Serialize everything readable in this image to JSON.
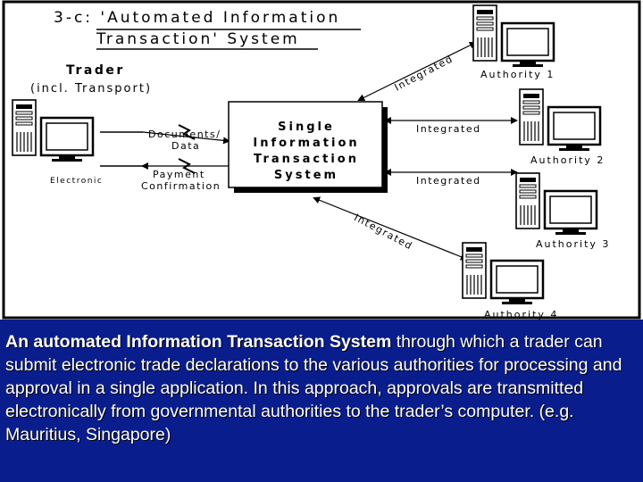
{
  "diagram": {
    "title_line1": "3-c: 'Automated Information",
    "title_line2": "Transaction' System",
    "trader_label": "Trader",
    "trader_sublabel": "(incl. Transport)",
    "electronic_label": "Electronic",
    "documents_label": "Documents/",
    "data_label": "Data",
    "payment_label": "Payment",
    "confirmation_label": "Confirmation",
    "central_box": {
      "line1": "Single",
      "line2": "Information",
      "line3": "Transaction",
      "line4": "System"
    },
    "links": [
      "Integrated",
      "Integrated",
      "Integrated",
      "Integrated"
    ],
    "authorities": [
      "Authority 1",
      "Authority 2",
      "Authority 3",
      "Authority 4"
    ],
    "icons": [
      "computer-workstation-icon"
    ]
  },
  "caption": {
    "bold": "An automated Information Transaction System",
    "rest": " through which a trader can submit electronic trade declarations to the various authorities for processing and approval in a single application. In this approach, approvals are transmitted electronically from governmental authorities to the trader’s computer. (e.g. Mauritius, Singapore)"
  },
  "colors": {
    "background": "#0a1d8c",
    "diagram_background": "#ffffff",
    "caption_text": "#ffffff"
  }
}
